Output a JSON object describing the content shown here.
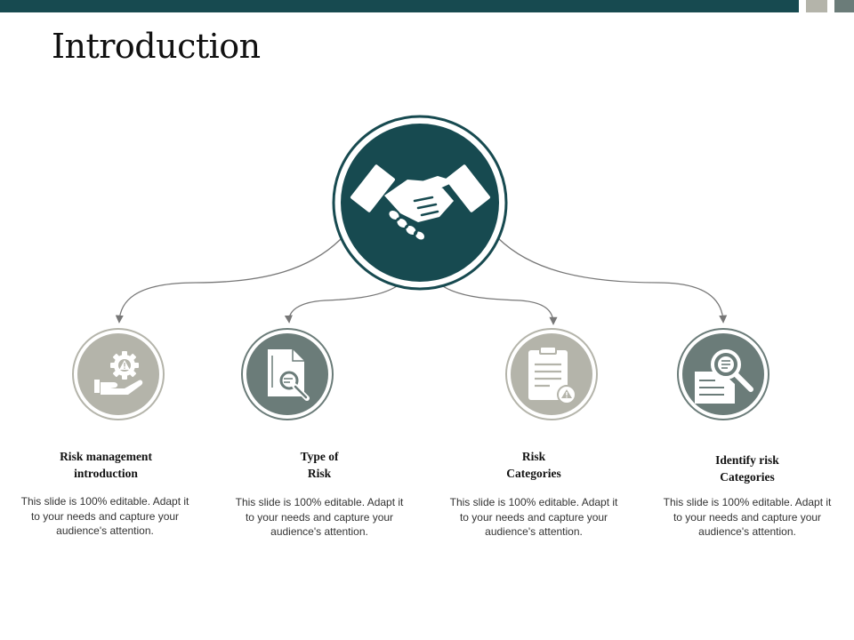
{
  "slide": {
    "title": "Introduction",
    "colors": {
      "dark_teal": "#174a50",
      "gray_green": "#6b7c79",
      "light_gray": "#b4b4aa",
      "connector": "#777777"
    },
    "center_icon": "handshake-icon",
    "items": [
      {
        "label": "Risk management\nintroduction",
        "icon": "gear-hand-warning-icon",
        "description": "This slide is 100% editable. Adapt it to your needs and capture your audience's attention."
      },
      {
        "label": "Type of\nRisk",
        "icon": "document-search-icon",
        "description": "This slide is 100% editable. Adapt it to your needs and capture your audience's attention."
      },
      {
        "label": "Risk\nCategories",
        "icon": "clipboard-warning-icon",
        "description": "This slide is 100% editable. Adapt it to your needs and capture your audience's attention."
      },
      {
        "label": "Identify risk\nCategories",
        "icon": "document-magnifier-icon",
        "description": "This slide is 100% editable. Adapt it to your needs and capture your audience's attention."
      }
    ]
  }
}
